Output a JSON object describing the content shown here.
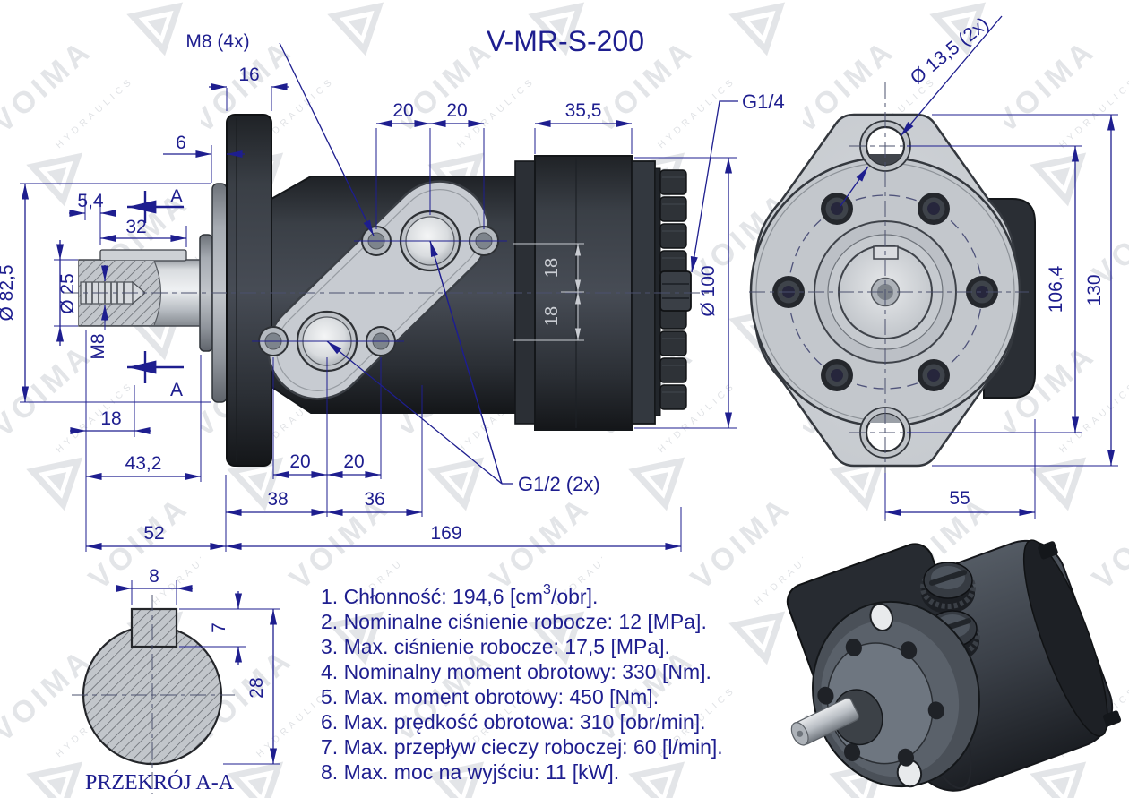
{
  "title": "V-MR-S-200",
  "watermark": {
    "brand": "VOIMA",
    "subtitle": "HYDRAULICS"
  },
  "colors": {
    "dimension_navy": "#1e1e8f",
    "light_dimension": "#c9ccd2",
    "body_dark": "#33373d",
    "plate_light": "#c7cbd1",
    "background": "#ffffff"
  },
  "side_view": {
    "labels": {
      "m8_4x": "M8 (4x)",
      "dim_16": "16",
      "dim_6": "6",
      "dim_5_4": "5,4",
      "dim_32": "32",
      "dia_82_5": "Ø 82,5",
      "dia_25": "Ø 25",
      "m8": "M8",
      "section_a": "A",
      "dim_18_shaft": "18",
      "dim_43_2": "43,2",
      "dim_52": "52",
      "dim_20_top_left": "20",
      "dim_20_top_right": "20",
      "dim_35_5": "35,5",
      "g14": "G1/4",
      "dia_100": "Ø 100",
      "dim_18_port_upper": "18",
      "dim_18_port_lower": "18",
      "dim_20_bot_left": "20",
      "dim_20_bot_right": "20",
      "dim_38": "38",
      "dim_36": "36",
      "dim_169": "169",
      "g12_2x": "G1/2 (2x)"
    }
  },
  "front_view": {
    "labels": {
      "dia_13_5_2x": "Ø 13,5 (2x)",
      "dim_106_4": "106,4",
      "dim_130": "130",
      "dim_55": "55"
    }
  },
  "section_view": {
    "labels": {
      "dim_8": "8",
      "dim_7": "7",
      "dim_28": "28"
    },
    "caption": "PRZEKRÓJ A-A"
  },
  "specs": {
    "lines": [
      {
        "pre": "1. Chłonność: 194,6 [cm",
        "sup": "3",
        "post": "/obr]."
      },
      {
        "pre": "2. Nominalne ciśnienie robocze: 12 [MPa].",
        "sup": "",
        "post": ""
      },
      {
        "pre": "3. Max. ciśnienie robocze: 17,5 [MPa].",
        "sup": "",
        "post": ""
      },
      {
        "pre": "4. Nominalny moment obrotowy: 330 [Nm].",
        "sup": "",
        "post": ""
      },
      {
        "pre": "5. Max. moment obrotowy: 450 [Nm].",
        "sup": "",
        "post": ""
      },
      {
        "pre": "6. Max. prędkość obrotowa: 310 [obr/min].",
        "sup": "",
        "post": ""
      },
      {
        "pre": "7. Max. przepływ cieczy roboczej: 60 [l/min].",
        "sup": "",
        "post": ""
      },
      {
        "pre": "8. Max. moc na wyjściu: 11 [kW].",
        "sup": "",
        "post": ""
      }
    ]
  }
}
